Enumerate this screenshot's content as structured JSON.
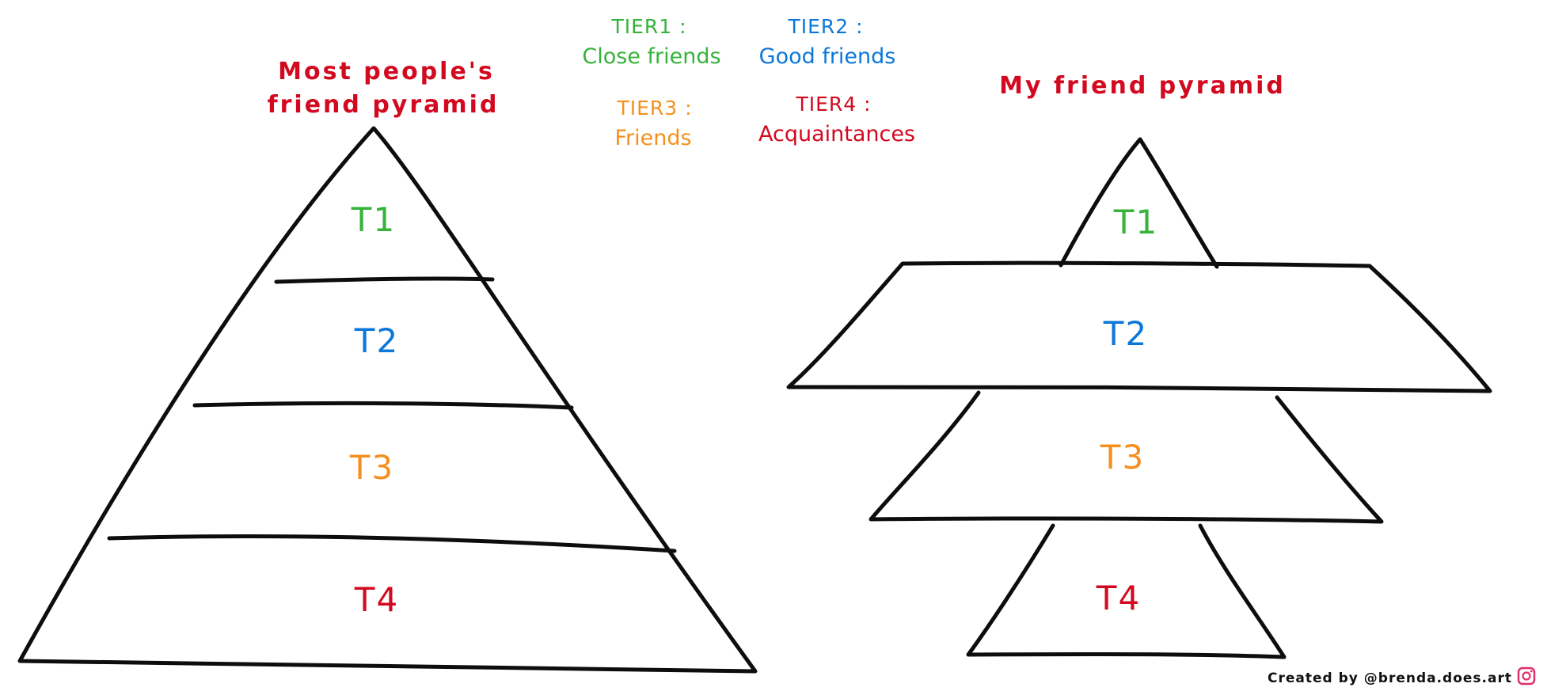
{
  "colors": {
    "tier1": "#35b33b",
    "tier2": "#0b77d8",
    "tier3": "#f5901e",
    "tier4": "#d3091f",
    "title": "#d3091f",
    "ink": "#0d0d0d"
  },
  "left_title": {
    "line1": "Most people's",
    "line2": "friend pyramid"
  },
  "right_title": "My friend pyramid",
  "legend": {
    "tier1": {
      "head": "TIER1 :",
      "desc": "Close friends"
    },
    "tier2": {
      "head": "TIER2 :",
      "desc": "Good friends"
    },
    "tier3": {
      "head": "TIER3 :",
      "desc": "Friends"
    },
    "tier4": {
      "head": "TIER4 :",
      "desc": "Acquaintances"
    }
  },
  "left_pyramid": {
    "t1": "T1",
    "t2": "T2",
    "t3": "T3",
    "t4": "T4"
  },
  "right_pyramid": {
    "t1": "T1",
    "t2": "T2",
    "t3": "T3",
    "t4": "T4"
  },
  "credit": {
    "text": "Created by @brenda.does.art",
    "icon": "instagram-icon"
  }
}
